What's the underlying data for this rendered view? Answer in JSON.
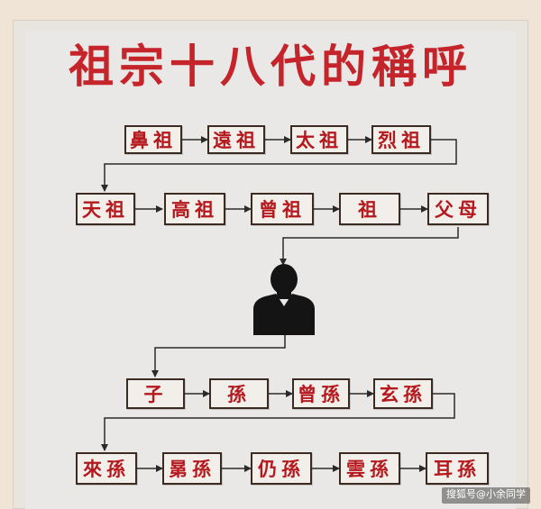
{
  "title": "祖宗十八代的稱呼",
  "generations": {
    "row1": [
      "鼻祖",
      "遠祖",
      "太祖",
      "烈祖"
    ],
    "row2": [
      "天祖",
      "高祖",
      "曾祖",
      "祖",
      "父母"
    ],
    "row3": [
      "子",
      "孫",
      "曾孫",
      "玄孫"
    ],
    "row4": [
      "來孫",
      "晜孫",
      "仍孫",
      "雲孫",
      "耳孫"
    ]
  },
  "self_icon": "person-silhouette-icon",
  "watermark": "搜狐号@小余同学",
  "colors": {
    "title": "#c4242a",
    "box_text": "#b5191e",
    "border": "#3a2a22",
    "background": "#e9e8e6"
  }
}
